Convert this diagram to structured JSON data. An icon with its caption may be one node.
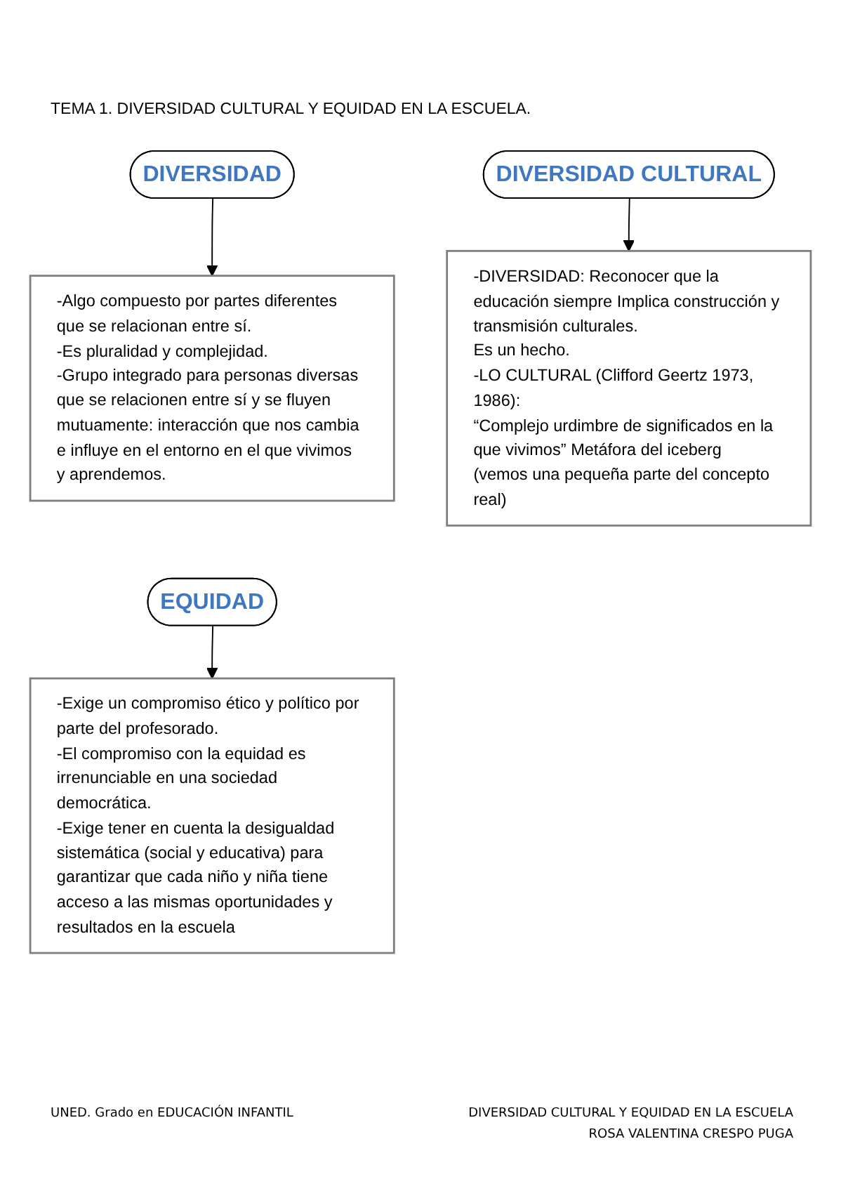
{
  "diagram": {
    "title": "TEMA 1. DIVERSIDAD CULTURAL Y EQUIDAD EN LA ESCUELA.",
    "nodes": [
      {
        "text": [
          "DIVERSIDAD"
        ]
      },
      {
        "text": [
          "DIVERSIDAD CULTURAL"
        ]
      },
      {
        "text": [
          "-Algo compuesto por partes diferentes que se relacionan entre sí.",
          "-Es pluralidad y complejidad.",
          "-Grupo integrado para personas diversas que se relacionen entre sí y se fluyen mutuamente: interacción que nos cambia e influye en el entorno en el que vivimos y aprendemos."
        ]
      },
      {
        "text": [
          "-DIVERSIDAD: Reconocer que la educación siempre Implica construcción y transmisión culturales.",
          "Es un hecho.",
          "-LO CULTURAL (Clifford Geertz 1973, 1986):",
          "“Complejo urdimbre de significados en la que vivimos” Metáfora del iceberg (vemos una pequeña parte del concepto real)"
        ]
      },
      {
        "text": [
          "EQUIDAD"
        ]
      },
      {
        "text": [
          "-Exige un compromiso ético y político por parte del profesorado.",
          "-El compromiso con la equidad es irrenunciable en una sociedad democrática.",
          "-Exige tener en cuenta la desigualdad sistemática (social y educativa) para garantizar que cada niño y niña tiene acceso a las mismas oportunidades y resultados en la escuela"
        ]
      }
    ],
    "edges": [
      {
        "from": 0,
        "to": 2,
        "arrow": "to"
      },
      {
        "from": 1,
        "to": 3,
        "arrow": "to"
      },
      {
        "from": 4,
        "to": 5,
        "arrow": "to"
      }
    ],
    "labels": [
      "UNED. Grado en EDUCACIÓN INFANTIL",
      "DIVERSIDAD CULTURAL Y EQUIDAD EN LA ESCUELA",
      "ROSA VALENTINA CRESPO PUGA"
    ]
  }
}
